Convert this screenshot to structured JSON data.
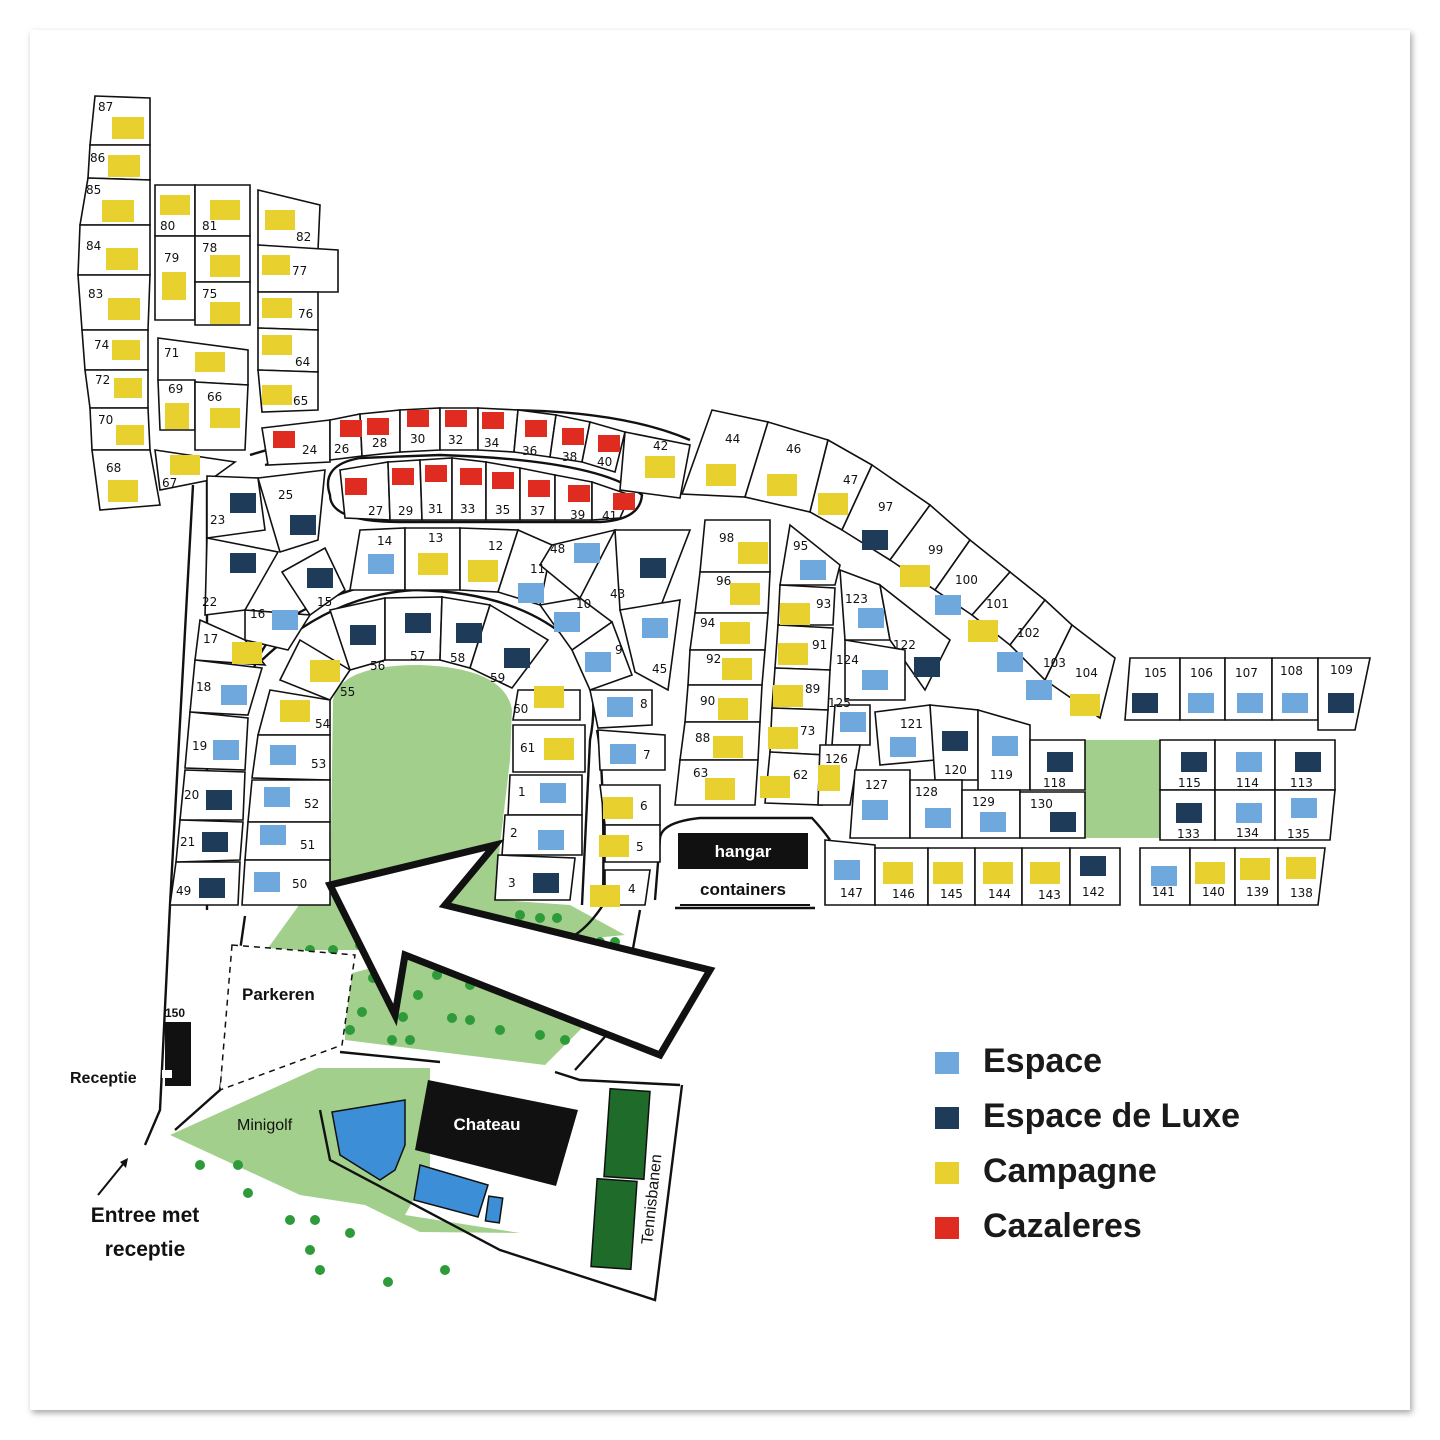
{
  "colors": {
    "espace": "#6fa8dc",
    "luxe": "#1f3b5a",
    "campagne": "#e8d12e",
    "cazaleres": "#e02b20",
    "green": "#a3cf8c",
    "tree": "#2e9a3a",
    "pool": "#3c8fd6",
    "tennis": "#1e6b2a"
  },
  "legend": [
    {
      "key": "espace",
      "label": "Espace"
    },
    {
      "key": "luxe",
      "label": "Espace de Luxe"
    },
    {
      "key": "campagne",
      "label": "Campagne"
    },
    {
      "key": "cazaleres",
      "label": "Cazaleres"
    }
  ],
  "places": {
    "hangar": "hangar",
    "containers": "containers",
    "parkeren": "Parkeren",
    "receptie": "Receptie",
    "lot150": "150",
    "minigolf": "Minigolf",
    "chateau": "Chateau",
    "tennisbanen": "Tennisbanen",
    "entree_line1": "Entree met",
    "entree_line2": "receptie"
  },
  "plots": [
    {
      "n": "87",
      "t": "campagne"
    },
    {
      "n": "86",
      "t": "campagne"
    },
    {
      "n": "85",
      "t": "campagne"
    },
    {
      "n": "84",
      "t": "campagne"
    },
    {
      "n": "83",
      "t": "campagne"
    },
    {
      "n": "74",
      "t": "campagne"
    },
    {
      "n": "72",
      "t": "campagne"
    },
    {
      "n": "70",
      "t": "campagne"
    },
    {
      "n": "68",
      "t": "campagne"
    },
    {
      "n": "80",
      "t": "campagne"
    },
    {
      "n": "81",
      "t": "campagne"
    },
    {
      "n": "79",
      "t": "campagne"
    },
    {
      "n": "78",
      "t": "campagne"
    },
    {
      "n": "75",
      "t": "campagne"
    },
    {
      "n": "82",
      "t": "campagne"
    },
    {
      "n": "77",
      "t": "campagne"
    },
    {
      "n": "76",
      "t": "campagne"
    },
    {
      "n": "64",
      "t": "campagne"
    },
    {
      "n": "65",
      "t": "campagne"
    },
    {
      "n": "71",
      "t": "campagne"
    },
    {
      "n": "69",
      "t": "campagne"
    },
    {
      "n": "66",
      "t": "campagne"
    },
    {
      "n": "67",
      "t": "campagne"
    },
    {
      "n": "24",
      "t": "cazaleres"
    },
    {
      "n": "26",
      "t": "cazaleres"
    },
    {
      "n": "28",
      "t": "cazaleres"
    },
    {
      "n": "30",
      "t": "cazaleres"
    },
    {
      "n": "32",
      "t": "cazaleres"
    },
    {
      "n": "34",
      "t": "cazaleres"
    },
    {
      "n": "36",
      "t": "cazaleres"
    },
    {
      "n": "38",
      "t": "cazaleres"
    },
    {
      "n": "40",
      "t": "cazaleres"
    },
    {
      "n": "27",
      "t": "cazaleres"
    },
    {
      "n": "29",
      "t": "cazaleres"
    },
    {
      "n": "31",
      "t": "cazaleres"
    },
    {
      "n": "33",
      "t": "cazaleres"
    },
    {
      "n": "35",
      "t": "cazaleres"
    },
    {
      "n": "37",
      "t": "cazaleres"
    },
    {
      "n": "39",
      "t": "cazaleres"
    },
    {
      "n": "41",
      "t": "cazaleres"
    },
    {
      "n": "42",
      "t": "campagne"
    },
    {
      "n": "44",
      "t": "campagne"
    },
    {
      "n": "46",
      "t": "campagne"
    },
    {
      "n": "47",
      "t": "campagne"
    },
    {
      "n": "97",
      "t": "luxe"
    },
    {
      "n": "99",
      "t": "campagne"
    },
    {
      "n": "100",
      "t": "espace"
    },
    {
      "n": "101",
      "t": "campagne"
    },
    {
      "n": "102",
      "t": "espace"
    },
    {
      "n": "103",
      "t": "espace"
    },
    {
      "n": "104",
      "t": "campagne"
    },
    {
      "n": "105",
      "t": "luxe"
    },
    {
      "n": "106",
      "t": "espace"
    },
    {
      "n": "107",
      "t": "espace"
    },
    {
      "n": "108",
      "t": "espace"
    },
    {
      "n": "109",
      "t": "luxe"
    },
    {
      "n": "23",
      "t": "luxe"
    },
    {
      "n": "25",
      "t": "luxe"
    },
    {
      "n": "22",
      "t": "luxe"
    },
    {
      "n": "15",
      "t": "luxe"
    },
    {
      "n": "16",
      "t": "espace"
    },
    {
      "n": "17",
      "t": "campagne"
    },
    {
      "n": "18",
      "t": "espace"
    },
    {
      "n": "19",
      "t": "espace"
    },
    {
      "n": "20",
      "t": "luxe"
    },
    {
      "n": "21",
      "t": "luxe"
    },
    {
      "n": "49",
      "t": "luxe"
    },
    {
      "n": "14",
      "t": "espace"
    },
    {
      "n": "13",
      "t": "campagne"
    },
    {
      "n": "12",
      "t": "campagne"
    },
    {
      "n": "11",
      "t": "espace"
    },
    {
      "n": "48",
      "t": "espace"
    },
    {
      "n": "10",
      "t": "espace"
    },
    {
      "n": "43",
      "t": "luxe"
    },
    {
      "n": "9",
      "t": "espace"
    },
    {
      "n": "45",
      "t": "espace"
    },
    {
      "n": "8",
      "t": "espace"
    },
    {
      "n": "7",
      "t": "espace"
    },
    {
      "n": "6",
      "t": "campagne"
    },
    {
      "n": "5",
      "t": "campagne"
    },
    {
      "n": "4",
      "t": "campagne"
    },
    {
      "n": "56",
      "t": "luxe"
    },
    {
      "n": "57",
      "t": "luxe"
    },
    {
      "n": "58",
      "t": "luxe"
    },
    {
      "n": "59",
      "t": "luxe"
    },
    {
      "n": "55",
      "t": "campagne"
    },
    {
      "n": "54",
      "t": "campagne"
    },
    {
      "n": "60",
      "t": "campagne"
    },
    {
      "n": "61",
      "t": "campagne"
    },
    {
      "n": "53",
      "t": "espace"
    },
    {
      "n": "52",
      "t": "espace"
    },
    {
      "n": "51",
      "t": "espace"
    },
    {
      "n": "50",
      "t": "espace"
    },
    {
      "n": "1",
      "t": "espace"
    },
    {
      "n": "2",
      "t": "espace"
    },
    {
      "n": "3",
      "t": "luxe"
    },
    {
      "n": "98",
      "t": "campagne"
    },
    {
      "n": "96",
      "t": "campagne"
    },
    {
      "n": "94",
      "t": "campagne"
    },
    {
      "n": "92",
      "t": "campagne"
    },
    {
      "n": "90",
      "t": "campagne"
    },
    {
      "n": "88",
      "t": "campagne"
    },
    {
      "n": "63",
      "t": "campagne"
    },
    {
      "n": "95",
      "t": "espace"
    },
    {
      "n": "93",
      "t": "campagne"
    },
    {
      "n": "91",
      "t": "campagne"
    },
    {
      "n": "89",
      "t": "campagne"
    },
    {
      "n": "73",
      "t": "campagne"
    },
    {
      "n": "62",
      "t": "campagne"
    },
    {
      "n": "123",
      "t": "espace"
    },
    {
      "n": "122",
      "t": "luxe"
    },
    {
      "n": "124",
      "t": "espace"
    },
    {
      "n": "125",
      "t": "espace"
    },
    {
      "n": "126",
      "t": "campagne"
    },
    {
      "n": "121",
      "t": "espace"
    },
    {
      "n": "120",
      "t": "luxe"
    },
    {
      "n": "119",
      "t": "espace"
    },
    {
      "n": "118",
      "t": "luxe"
    },
    {
      "n": "127",
      "t": "espace"
    },
    {
      "n": "128",
      "t": "espace"
    },
    {
      "n": "129",
      "t": "espace"
    },
    {
      "n": "130",
      "t": "luxe"
    },
    {
      "n": "115",
      "t": "luxe"
    },
    {
      "n": "114",
      "t": "espace"
    },
    {
      "n": "113",
      "t": "luxe"
    },
    {
      "n": "133",
      "t": "luxe"
    },
    {
      "n": "134",
      "t": "espace"
    },
    {
      "n": "135",
      "t": "espace"
    },
    {
      "n": "147",
      "t": "espace"
    },
    {
      "n": "146",
      "t": "campagne"
    },
    {
      "n": "145",
      "t": "campagne"
    },
    {
      "n": "144",
      "t": "campagne"
    },
    {
      "n": "143",
      "t": "campagne"
    },
    {
      "n": "142",
      "t": "luxe"
    },
    {
      "n": "141",
      "t": "espace"
    },
    {
      "n": "140",
      "t": "campagne"
    },
    {
      "n": "139",
      "t": "campagne"
    },
    {
      "n": "138",
      "t": "campagne"
    }
  ]
}
